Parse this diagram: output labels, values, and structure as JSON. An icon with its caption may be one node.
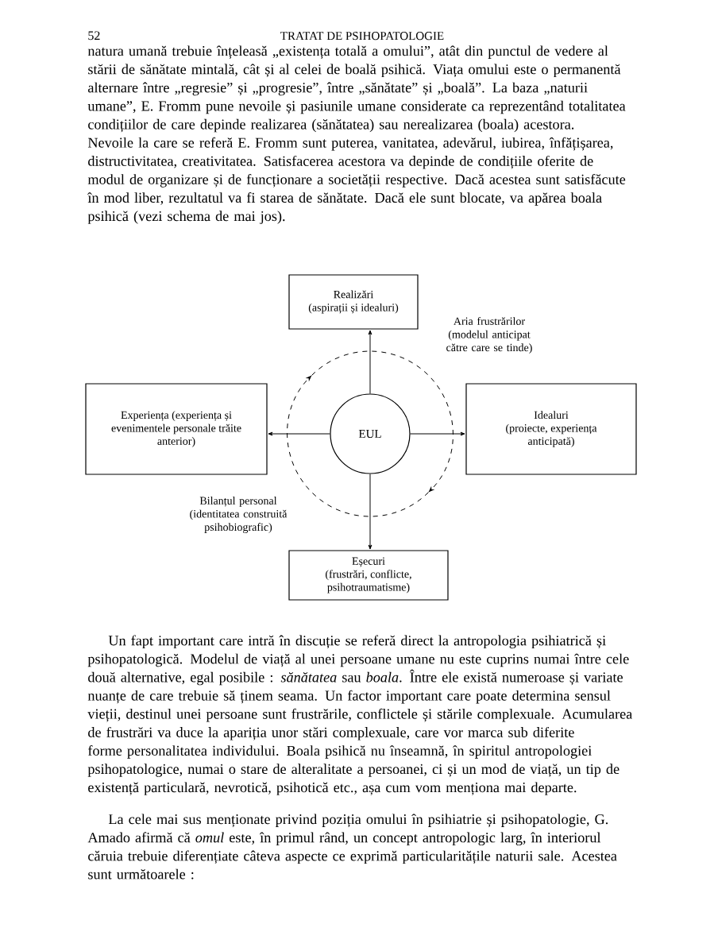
{
  "diagram": {
    "nodes": [
      {
        "text": [
          "Realizări",
          "(aspirații și idealuri)"
        ]
      },
      {
        "text": [
          "Experiența (experiența și evenimentele personale trăite anterior)"
        ]
      },
      {
        "text": [
          "EUL"
        ]
      },
      {
        "text": [
          "Idealuri",
          "(proiecte, experiența anticipată)"
        ]
      },
      {
        "text": [
          "Eșecuri",
          "(frustrări, conflicte, psihotraumatisme)"
        ]
      }
    ],
    "edges": [
      {
        "from": 2,
        "to": 0,
        "arrow": "to"
      },
      {
        "from": 2,
        "to": 1,
        "arrow": "to"
      },
      {
        "from": 2,
        "to": 3,
        "arrow": "to"
      },
      {
        "from": 2,
        "to": 4,
        "arrow": "to"
      }
    ],
    "labels": [
      "52",
      "TRATAT DE PSIHOPATOLOGIE",
      "natura umană trebuie înțeleasă „existența totală a omului”, atât din punctul de vedere al stării de sănătate mintală, cât și al celei de boală psihică. Viața omului este o permanentă alternare între „regresie” și „progresie”, între „sănătate” și „boală”. La baza „naturii umane”, E. Fromm pune nevoile și pasiunile umane considerate ca reprezentând totalitatea condițiilor de care depinde realizarea (sănătatea) sau nerealizarea (boala) acestora. Nevoile la care se referă E. Fromm sunt puterea, vanitatea, adevărul, iubirea, înfățișarea, distructivitatea, creativitatea. Satisfacerea acestora va depinde de condițiile oferite de modul de organizare și de funcționare a societății respective. Dacă acestea sunt satisfăcute în mod liber, rezultatul va fi starea de sănătate. Dacă ele sunt blocate, va apărea boala psihică (vezi schema de mai jos).",
      "Aria frustrărilor (modelul anticipat către care se tinde)",
      "Bilanțul personal (identitatea construită psihobiografic)",
      "Un fapt important care intră în discuție se referă direct la antropologia psihiatrică și psihopatologică. Modelul de viață al unei persoane umane nu este cuprins numai între cele două alternative, egal posibile : *sănătatea* sau *boala*. Între ele există numeroase și variate nuanțe de care trebuie să ținem seama. Un factor important care poate determina sensul vieții, destinul unei persoane sunt frustrările, conflictele și stările complexuale. Acumularea de frustrări va duce la apariția unor stări complexuale, care vor marca sub diferite forme personalitatea individului. Boala psihică nu înseamnă, în spiritul antropologiei psihopatologice, numai o stare de alteralitate a persoanei, ci și un mod de viață, un tip de existență particulară, nevrotică, psihotică etc., așa cum vom menționa mai departe.",
      "La cele mai sus menționate privind poziția omului în psihiatrie și psihopatologie, G. Amado afirmă că *omul* este, în primul rând, un concept antropologic larg, în interiorul căruia trebuie diferențiate câteva aspecte ce exprimă particularitățile naturii sale. Acestea sunt următoarele :"
    ]
  }
}
